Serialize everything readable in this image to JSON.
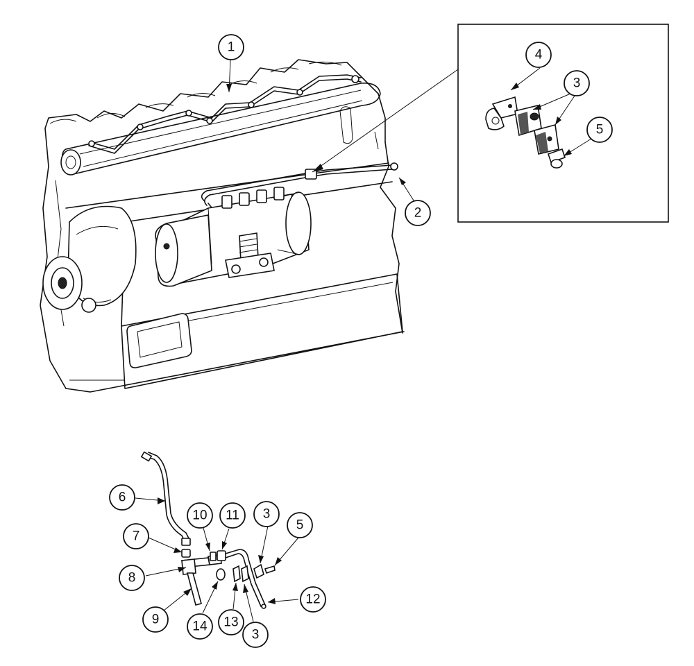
{
  "callouts": {
    "c1": "1",
    "c2": "2",
    "c3_detail": "3",
    "c4": "4",
    "c5_detail": "5",
    "c6": "6",
    "c7": "7",
    "c8": "8",
    "c9": "9",
    "c10": "10",
    "c11": "11",
    "c3_lower_a": "3",
    "c5_lower": "5",
    "c12": "12",
    "c13": "13",
    "c14": "14",
    "c3_lower_b": "3"
  }
}
